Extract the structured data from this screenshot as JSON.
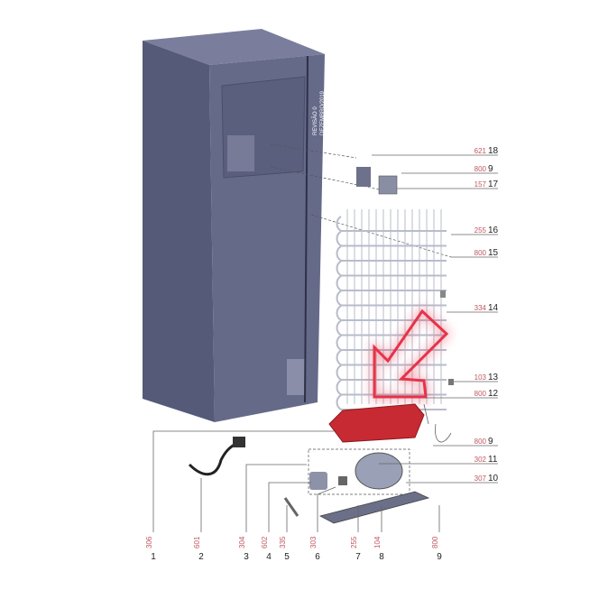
{
  "diagram": {
    "title_block": {
      "revision": "REVISÃO 0",
      "date": "DEZEMBRO/2019"
    },
    "right_callouts": [
      {
        "code": "621",
        "item": "18"
      },
      {
        "code": "800",
        "item": "9"
      },
      {
        "code": "157",
        "item": "17"
      },
      {
        "code": "255",
        "item": "16"
      },
      {
        "code": "800",
        "item": "15"
      },
      {
        "code": "334",
        "item": "14"
      },
      {
        "code": "103",
        "item": "13"
      },
      {
        "code": "800",
        "item": "12"
      },
      {
        "code": "800",
        "item": "9"
      },
      {
        "code": "302",
        "item": "11"
      },
      {
        "code": "307",
        "item": "10"
      }
    ],
    "bottom_callouts": [
      {
        "code": "306",
        "item": "1"
      },
      {
        "code": "601",
        "item": "2"
      },
      {
        "code": "304",
        "item": "3"
      },
      {
        "code": "602",
        "item": "4"
      },
      {
        "code": "335",
        "item": "5"
      },
      {
        "code": "303",
        "item": "6"
      },
      {
        "code": "255",
        "item": "7"
      },
      {
        "code": "104",
        "item": "8"
      },
      {
        "code": "800",
        "item": "9"
      }
    ],
    "highlight_color": "#e8324a",
    "cabinet_color": "#5f6383"
  }
}
